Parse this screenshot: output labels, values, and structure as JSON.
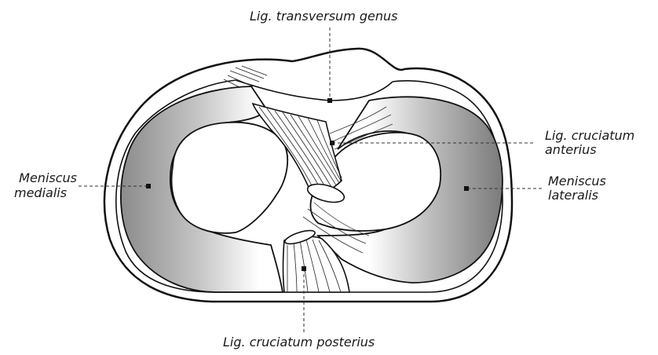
{
  "diagram": {
    "labels": {
      "lig_transversum_genus": "Lig. transversum genus",
      "lig_cruciatum_anterius_line1": "Lig. cruciatum",
      "lig_cruciatum_anterius_line2": "anterius",
      "meniscus_medialis_line1": "Meniscus",
      "meniscus_medialis_line2": "medialis",
      "meniscus_lateralis_line1": "Meniscus",
      "meniscus_lateralis_line2": "lateralis",
      "lig_cruciatum_posterius": "Lig. cruciatum posterius"
    },
    "colors": {
      "outline": "#111111",
      "meniscus_dark": "#8a8a8a",
      "meniscus_light": "#ffffff",
      "leader_line": "#333333"
    }
  }
}
